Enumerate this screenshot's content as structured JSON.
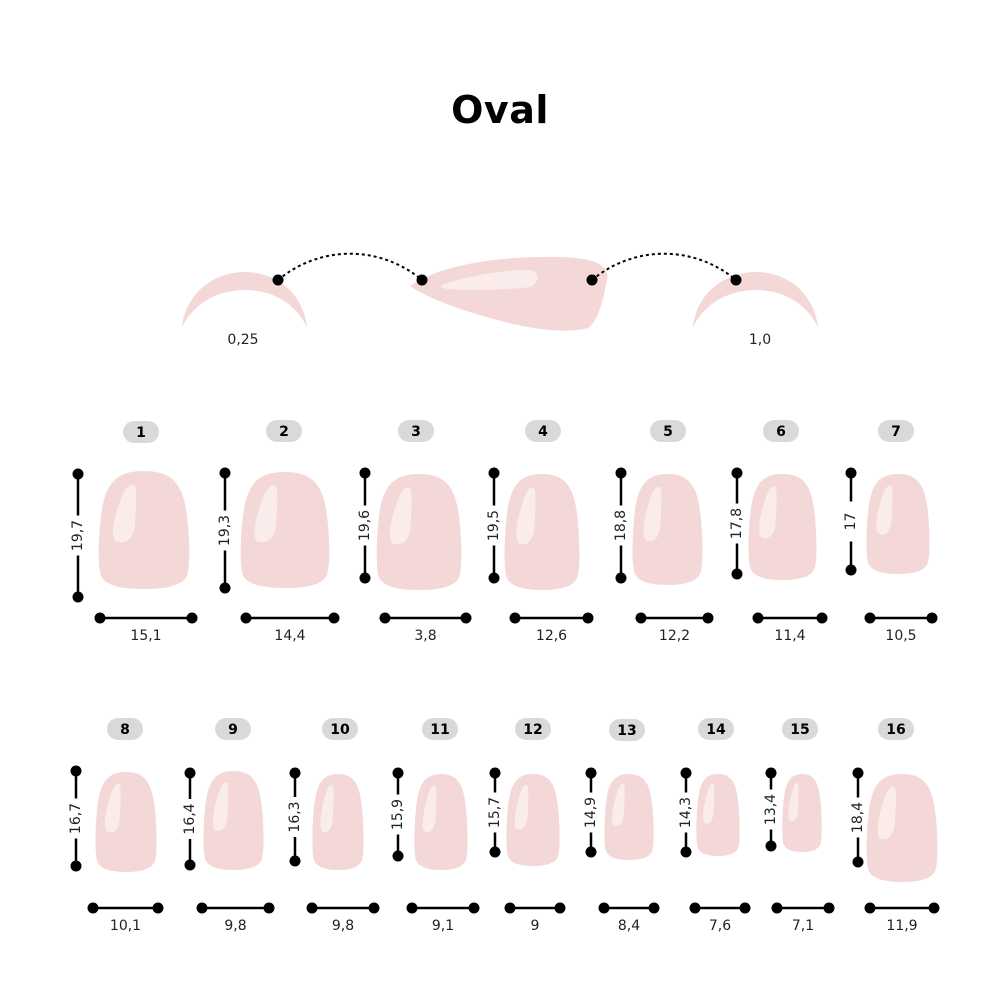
{
  "title": "Oval",
  "curvature": {
    "left_label": "0,25",
    "right_label": "1,0"
  },
  "colors": {
    "nail": "#f3d8d7",
    "highlight": "#faeceb",
    "badge": "#d9d9d9",
    "line": "#000000"
  },
  "nails": [
    {
      "number": "1",
      "length": "19,7",
      "width": "15,1"
    },
    {
      "number": "2",
      "length": "19,3",
      "width": "14,4"
    },
    {
      "number": "3",
      "length": "19,6",
      "width": "3,8"
    },
    {
      "number": "4",
      "length": "19,5",
      "width": "12,6"
    },
    {
      "number": "5",
      "length": "18,8",
      "width": "12,2"
    },
    {
      "number": "6",
      "length": "17,8",
      "width": "11,4"
    },
    {
      "number": "7",
      "length": "17",
      "width": "10,5"
    },
    {
      "number": "8",
      "length": "16,7",
      "width": "10,1"
    },
    {
      "number": "9",
      "length": "16,4",
      "width": "9,8"
    },
    {
      "number": "10",
      "length": "16,3",
      "width": "9,8"
    },
    {
      "number": "11",
      "length": "15,9",
      "width": "9,1"
    },
    {
      "number": "12",
      "length": "15,7",
      "width": "9"
    },
    {
      "number": "13",
      "length": "14,9",
      "width": "8,4"
    },
    {
      "number": "14",
      "length": "14,3",
      "width": "7,6"
    },
    {
      "number": "15",
      "length": "13,4",
      "width": "7,1"
    },
    {
      "number": "16",
      "length": "18,4",
      "width": "11,9"
    }
  ]
}
